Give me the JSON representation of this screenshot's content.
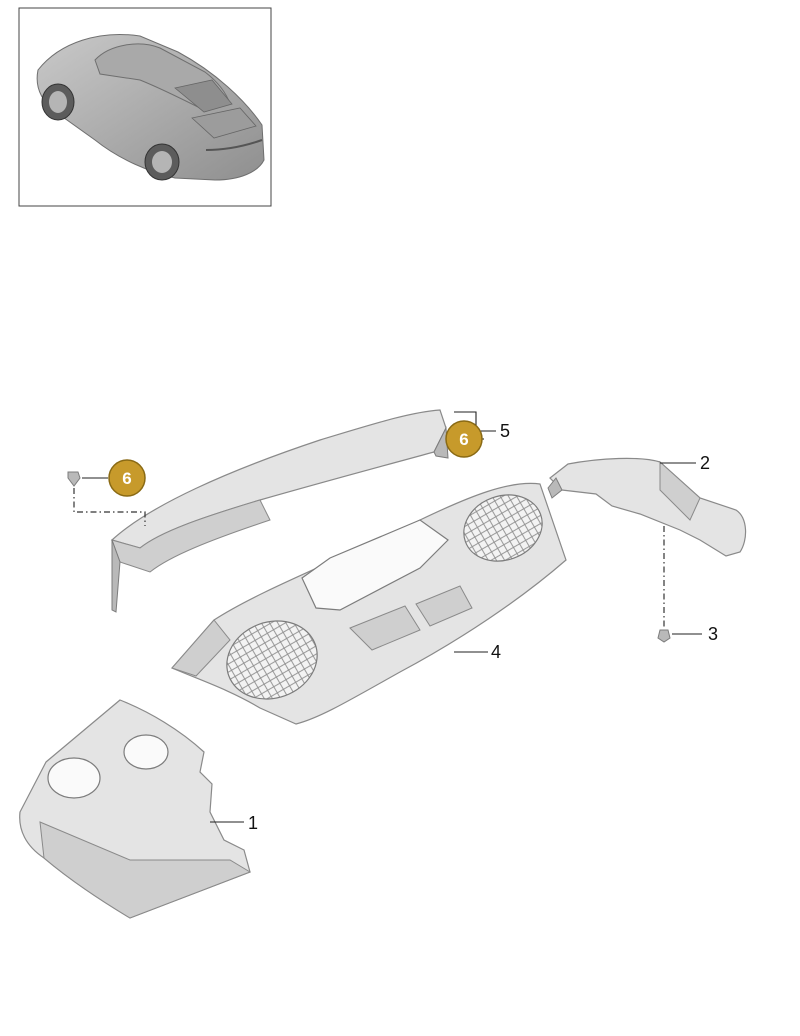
{
  "diagram": {
    "colors": {
      "badge_fill": "#c79a2b",
      "badge_stroke": "#8a6a14",
      "part_light": "#e4e4e4",
      "part_edge": "#8a8a8a"
    },
    "thumbnail": {
      "icon": "car-thumbnail-icon"
    },
    "callouts": [
      {
        "id": "c1",
        "label": "1",
        "part": "left-trim-panel"
      },
      {
        "id": "c2",
        "label": "2",
        "part": "right-trim-panel"
      },
      {
        "id": "c3",
        "label": "3",
        "part": "clip"
      },
      {
        "id": "c4",
        "label": "4",
        "part": "center-panel"
      },
      {
        "id": "c5",
        "label": "5",
        "part": "rear-spoiler"
      }
    ],
    "badges": [
      {
        "id": "b1",
        "label": "6"
      },
      {
        "id": "b2",
        "label": "6"
      }
    ]
  }
}
